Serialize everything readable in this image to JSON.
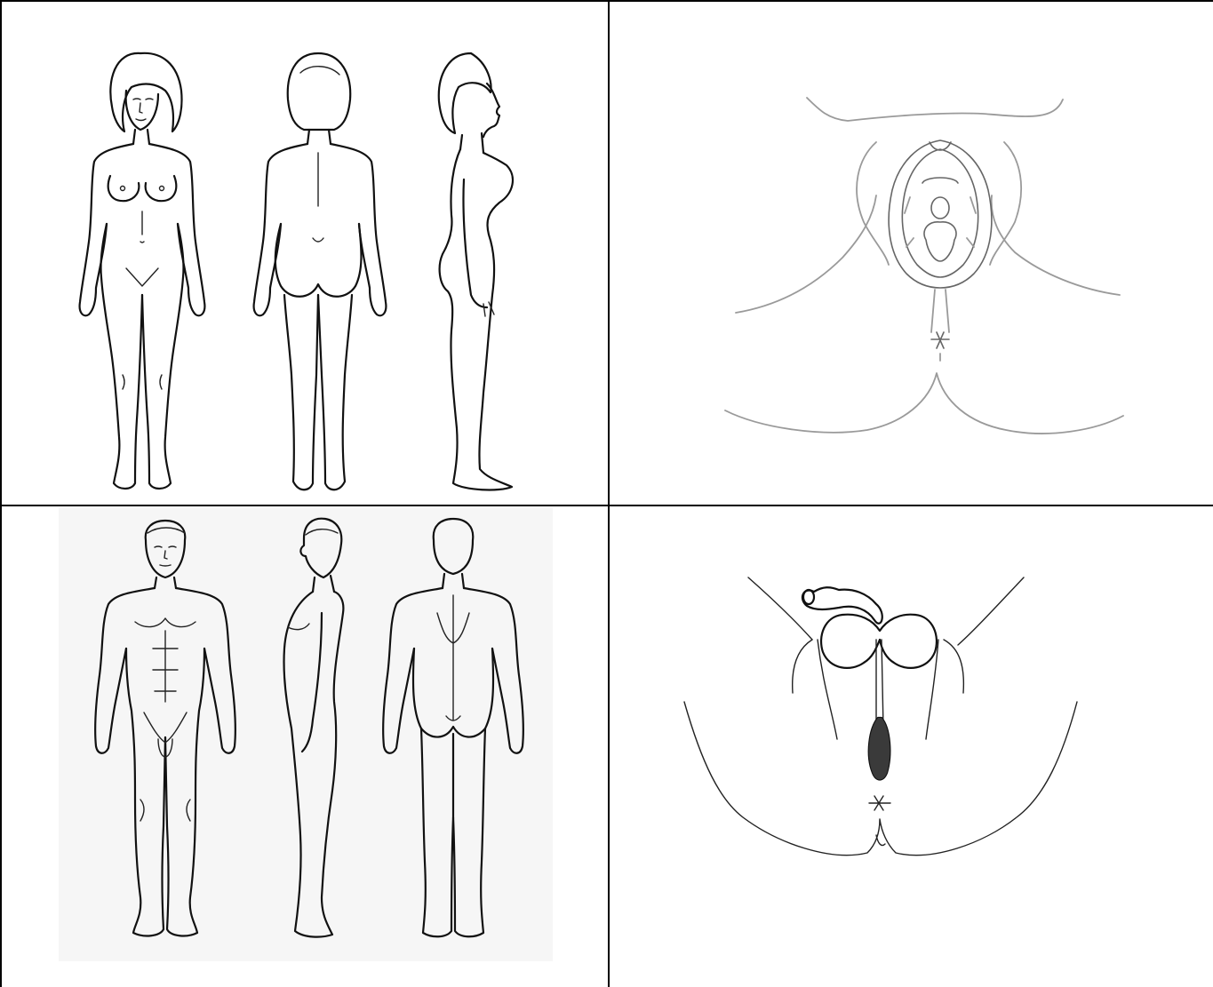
{
  "document": {
    "layout": "2x2-table",
    "cells": [
      {
        "position": "top-left",
        "content": "female-body-front-back-side-illustration"
      },
      {
        "position": "top-right",
        "content": "female-perineum-illustration"
      },
      {
        "position": "bottom-left",
        "content": "male-body-front-side-back-illustration"
      },
      {
        "position": "bottom-right",
        "content": "male-perineum-illustration"
      }
    ],
    "colors": {
      "border": "#000000",
      "ink": "#111111",
      "light_ink": "#9a9a9a",
      "figure_background": "#f6f6f6"
    }
  }
}
